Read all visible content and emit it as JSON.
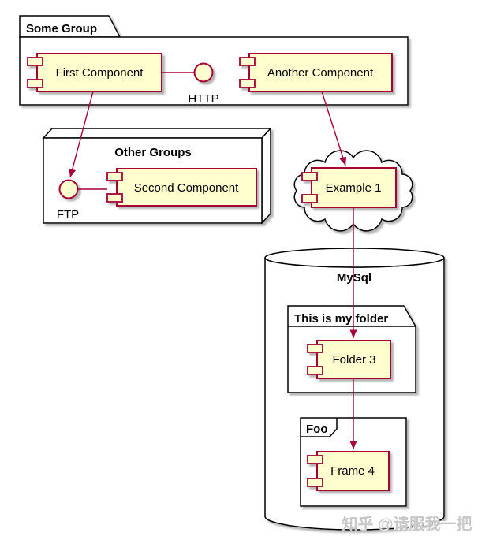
{
  "diagram_type": "uml-component-diagram",
  "colors": {
    "component_fill": "#FEFECE",
    "component_border": "#A80036",
    "connector": "#A80036",
    "container_fill": "#FFFFFF",
    "container_border": "#000000",
    "text": "#000000",
    "watermark": "#C8C8C8"
  },
  "groups": {
    "some_group": {
      "title": "Some Group",
      "shape": "package"
    },
    "other_groups": {
      "title": "Other Groups",
      "shape": "node-3d"
    },
    "database": {
      "title": "MySql",
      "shape": "database-cylinder"
    },
    "folder": {
      "title": "This is my folder",
      "shape": "folder"
    },
    "frame": {
      "title": "Foo",
      "shape": "frame"
    }
  },
  "components": {
    "first": {
      "label": "First Component"
    },
    "another": {
      "label": "Another Component"
    },
    "second": {
      "label": "Second Component"
    },
    "example": {
      "label": "Example 1",
      "container": "cloud"
    },
    "folder3": {
      "label": "Folder 3"
    },
    "frame4": {
      "label": "Frame 4"
    }
  },
  "interfaces": {
    "http": {
      "label": "HTTP"
    },
    "ftp": {
      "label": "FTP"
    }
  },
  "edges": [
    {
      "from": "First Component",
      "to": "HTTP",
      "style": "plain-line"
    },
    {
      "from": "First Component",
      "to": "FTP",
      "style": "arrow"
    },
    {
      "from": "FTP",
      "to": "Second Component",
      "style": "plain-line"
    },
    {
      "from": "Another Component",
      "to": "Example 1",
      "style": "arrow"
    },
    {
      "from": "Example 1",
      "to": "Folder 3",
      "style": "arrow"
    },
    {
      "from": "Folder 3",
      "to": "Frame 4",
      "style": "arrow"
    }
  ],
  "watermark": {
    "text": "知乎 @请服我一把"
  }
}
